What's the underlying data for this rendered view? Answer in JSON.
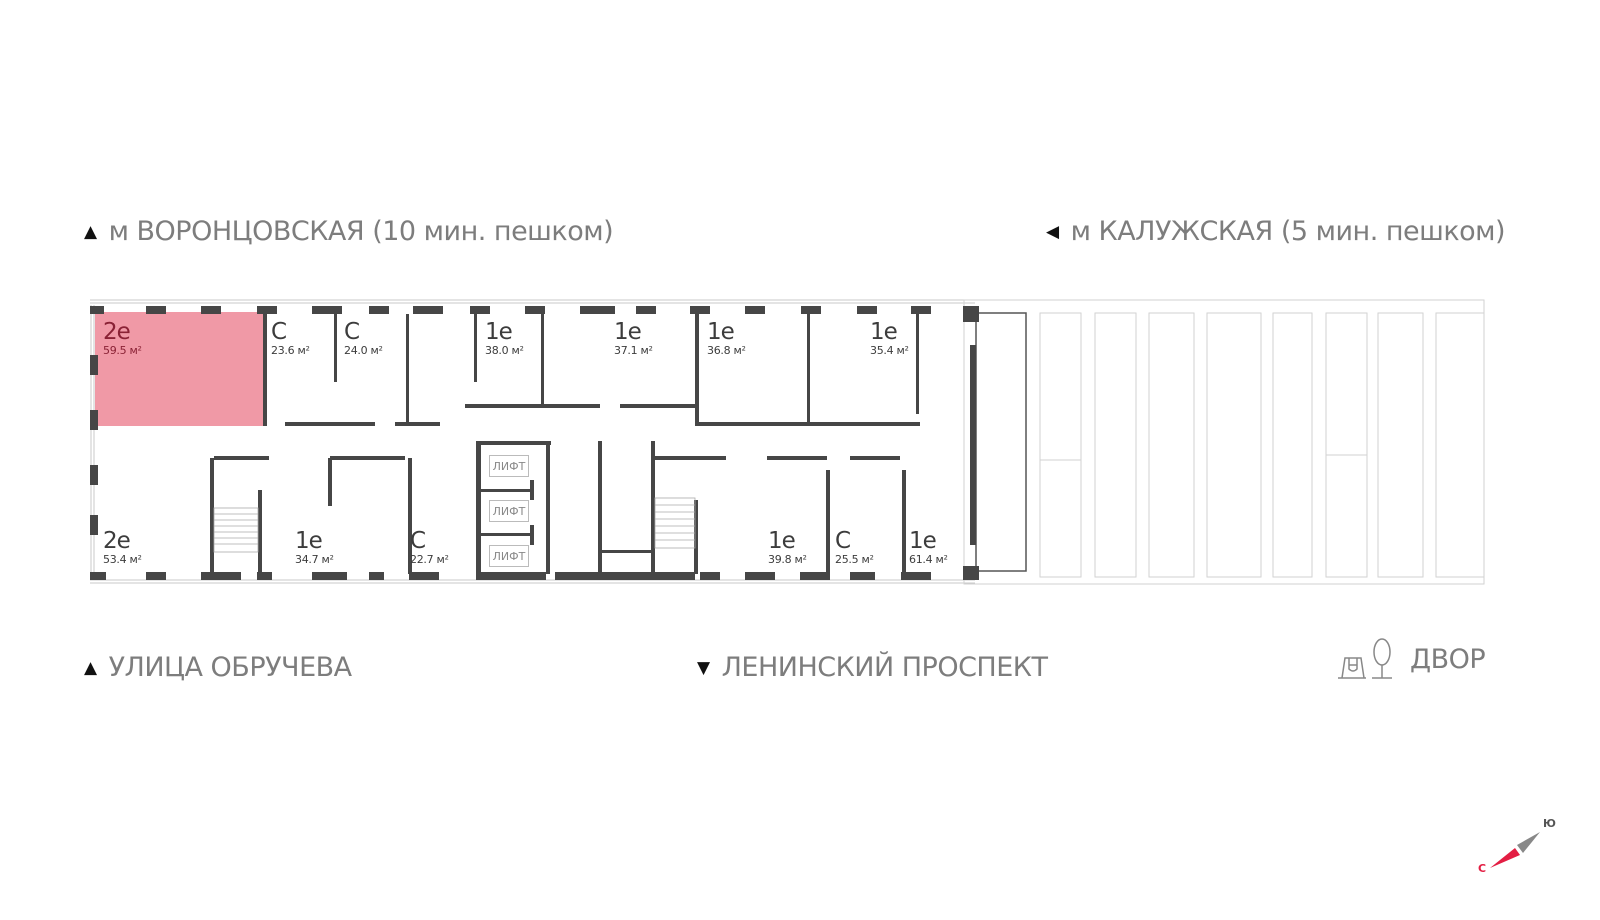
{
  "directions": {
    "top_left": {
      "arrow": "▲",
      "text": "м ВОРОНЦОВСКАЯ  (10 мин. пешком)"
    },
    "top_right": {
      "arrow": "◀",
      "text": "м КАЛУЖСКАЯ (5 мин. пешком)"
    },
    "bottom_left": {
      "arrow": "▲",
      "text": "УЛИЦА ОБРУЧЕВА"
    },
    "bottom_center": {
      "arrow": "▼",
      "text": "ЛЕНИНСКИЙ ПРОСПЕКТ"
    },
    "bottom_right": {
      "icon": "courtyard-icon",
      "text": "ДВОР"
    }
  },
  "compass": {
    "north": "С",
    "south": "Ю"
  },
  "colors": {
    "selected_fill": "#f099a6",
    "selected_text": "#8a2235",
    "wall": "#464646",
    "label": "#7d7d7d",
    "compass_red": "#e31e43",
    "compass_gray": "#888888"
  },
  "apartments": [
    {
      "id": "apt-2e-59-5",
      "type": "2е",
      "area": "59.5 м²",
      "selected": true
    },
    {
      "id": "apt-c-23-6",
      "type": "С",
      "area": "23.6 м²"
    },
    {
      "id": "apt-c-24-0",
      "type": "С",
      "area": "24.0 м²"
    },
    {
      "id": "apt-1e-38-0",
      "type": "1е",
      "area": "38.0 м²"
    },
    {
      "id": "apt-1e-37-1",
      "type": "1е",
      "area": "37.1 м²"
    },
    {
      "id": "apt-1e-36-8",
      "type": "1е",
      "area": "36.8 м²"
    },
    {
      "id": "apt-1e-35-4",
      "type": "1е",
      "area": "35.4 м²"
    },
    {
      "id": "apt-2e-53-4",
      "type": "2е",
      "area": "53.4 м²"
    },
    {
      "id": "apt-1e-34-7",
      "type": "1е",
      "area": "34.7 м²"
    },
    {
      "id": "apt-c-22-7",
      "type": "С",
      "area": "22.7 м²"
    },
    {
      "id": "apt-1e-39-8",
      "type": "1е",
      "area": "39.8 м²"
    },
    {
      "id": "apt-c-25-5",
      "type": "С",
      "area": "25.5 м²"
    },
    {
      "id": "apt-1e-61-4",
      "type": "1е",
      "area": "61.4 м²"
    }
  ],
  "lifts": [
    "ЛИФТ",
    "ЛИФТ",
    "ЛИФТ"
  ]
}
